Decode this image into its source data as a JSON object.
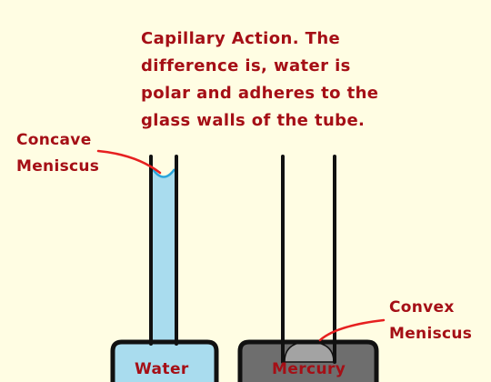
{
  "caption_lines": [
    "Capillary Action. The",
    "difference is, water is",
    "polar and adheres to the",
    "glass walls of the tube."
  ],
  "labels": {
    "concave_lines": [
      "Concave",
      "Meniscus"
    ],
    "convex_lines": [
      "Convex",
      "Meniscus"
    ],
    "water": "Water",
    "mercury": "Mercury"
  },
  "colors": {
    "background": "#fffde3",
    "text": "#a50f16",
    "water": "#a9dcee",
    "water_meniscus": "#2aa6dc",
    "mercury": "#6e6e6e",
    "mercury_top": "#a3a3a3",
    "leader_line": "#e62020",
    "glass": "#111111"
  }
}
